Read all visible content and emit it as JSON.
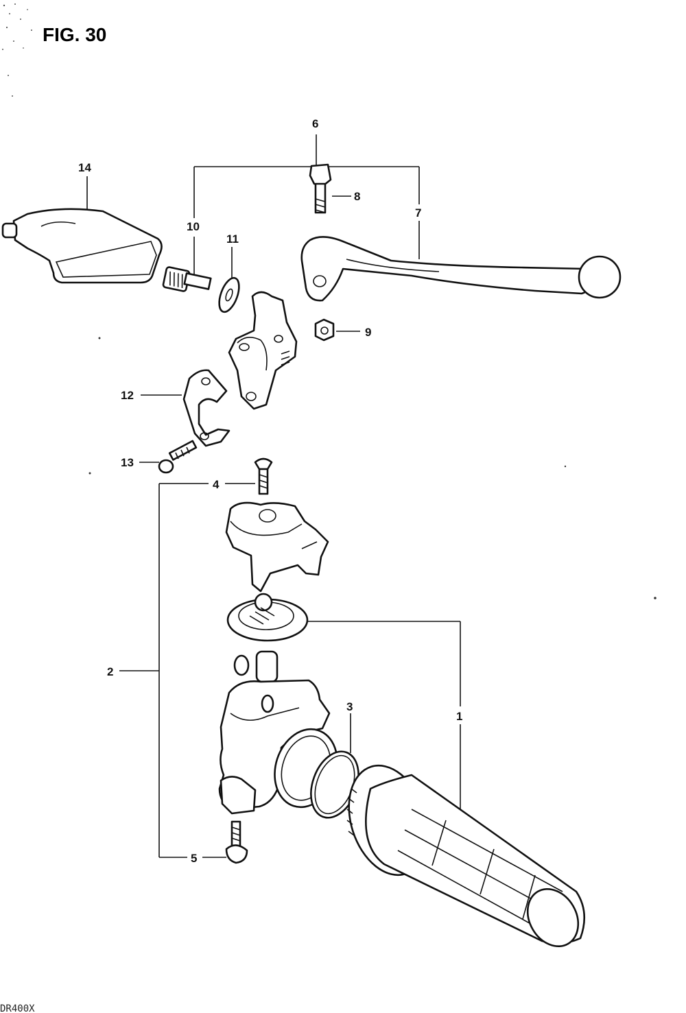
{
  "title": "FIG. 30",
  "footer": "DR400X",
  "parts": [
    {
      "id": "p1",
      "label": "1"
    },
    {
      "id": "p2",
      "label": "2"
    },
    {
      "id": "p3",
      "label": "3"
    },
    {
      "id": "p4",
      "label": "4"
    },
    {
      "id": "p5",
      "label": "5"
    },
    {
      "id": "p6",
      "label": "6"
    },
    {
      "id": "p7",
      "label": "7"
    },
    {
      "id": "p8",
      "label": "8"
    },
    {
      "id": "p9",
      "label": "9"
    },
    {
      "id": "p10",
      "label": "10"
    },
    {
      "id": "p11",
      "label": "11"
    },
    {
      "id": "p12",
      "label": "12"
    },
    {
      "id": "p13",
      "label": "13"
    },
    {
      "id": "p14",
      "label": "14"
    }
  ]
}
